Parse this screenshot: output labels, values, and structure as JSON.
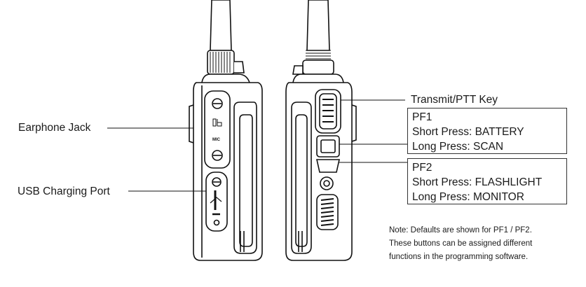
{
  "labels": {
    "earphone_jack": "Earphone Jack",
    "usb_charging_port": "USB Charging Port",
    "transmit_ptt": "Transmit/PTT Key"
  },
  "pf1": {
    "title": "PF1",
    "short": "Short Press: BATTERY",
    "long": "Long Press: SCAN"
  },
  "pf2": {
    "title": "PF2",
    "short": "Short Press: FLASHLIGHT",
    "long": "Long Press: MONITOR"
  },
  "note": {
    "line1": "Note: Defaults are shown for PF1 / PF2.",
    "line2": "These buttons can be assigned different",
    "line3": "functions in the programming software."
  },
  "radio_marks": {
    "mic": "MIC"
  }
}
